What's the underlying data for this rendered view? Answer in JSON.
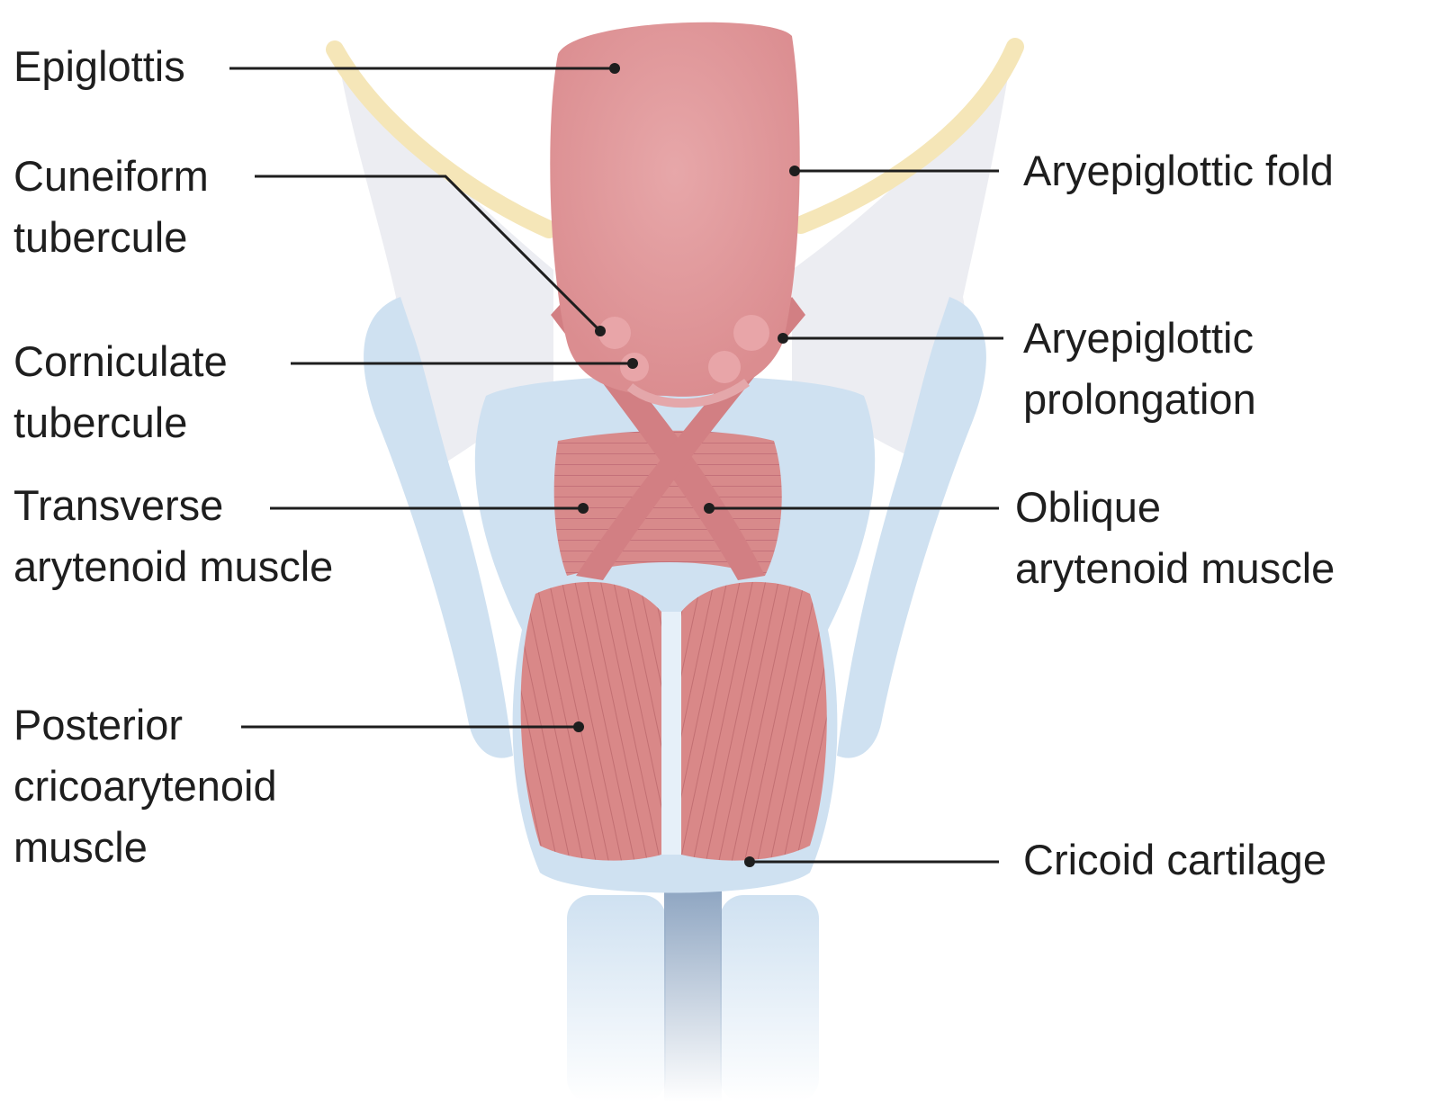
{
  "labels": {
    "epiglottis": [
      "Epiglottis"
    ],
    "cuneiform": [
      "Cuneiform",
      "tubercule"
    ],
    "corniculate": [
      "Corniculate",
      "tubercule"
    ],
    "transverse": [
      "Transverse",
      "arytenoid muscle"
    ],
    "posterior": [
      "Posterior",
      "cricoarytenoid",
      "muscle"
    ],
    "aryepiglottic_fold": [
      "Aryepiglottic fold"
    ],
    "aryepiglottic_prolongation": [
      "Aryepiglottic",
      "prolongation"
    ],
    "oblique": [
      "Oblique",
      "arytenoid muscle"
    ],
    "cricoid": [
      "Cricoid cartilage"
    ]
  },
  "colors": {
    "muscle": "#d98888",
    "muscle_dark": "#c76f72",
    "cartilage_blue": "#cfe1f1",
    "hyoid_yellow": "#f5e6b8",
    "thyroid_grey": "#ecedf2",
    "leader_line": "#1e1e1e"
  }
}
